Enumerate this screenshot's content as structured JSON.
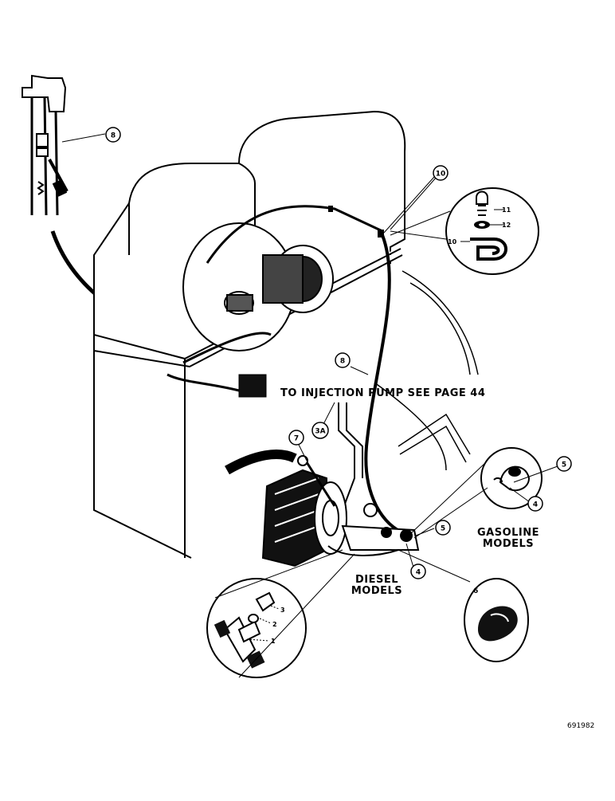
{
  "captions": {
    "injection_pump": "TO INJECTION PUMP  SEE PAGE 44",
    "diesel_line1": "DIESEL",
    "diesel_line2": "MODELS",
    "gasoline_line1": "GASOLINE",
    "gasoline_line2": "MODELS"
  },
  "document_number": "691982",
  "callouts": {
    "c8_top": "8",
    "c10_top": "10",
    "c8_mid": "8",
    "c3a": "3A",
    "c7": "7",
    "c5_gas": "5",
    "c4_gas": "4",
    "c5_main": "5",
    "c4_main": "4",
    "c6": "6"
  },
  "detail_labels": {
    "clamp_11": "11",
    "clamp_12": "12",
    "clamp_10": "10",
    "tee_3": "3",
    "tee_2": "2",
    "tee_1": "1"
  }
}
